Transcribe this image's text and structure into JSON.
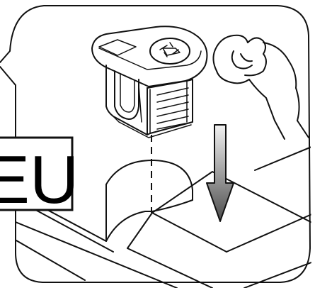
{
  "label": {
    "text": "EU"
  },
  "icons": {
    "frame": "rounded-frame",
    "connector": "cam-connector-housing",
    "hand": "hand-icon",
    "arrow": "down-arrow-icon",
    "hole": "drilled-hole",
    "guide": "dashed-guide-line",
    "panels": "board-edges"
  },
  "colors": {
    "line": "#111111",
    "background": "#ffffff",
    "arrow_light": "#d9d9d9",
    "arrow_dark": "#5a5a5a"
  }
}
